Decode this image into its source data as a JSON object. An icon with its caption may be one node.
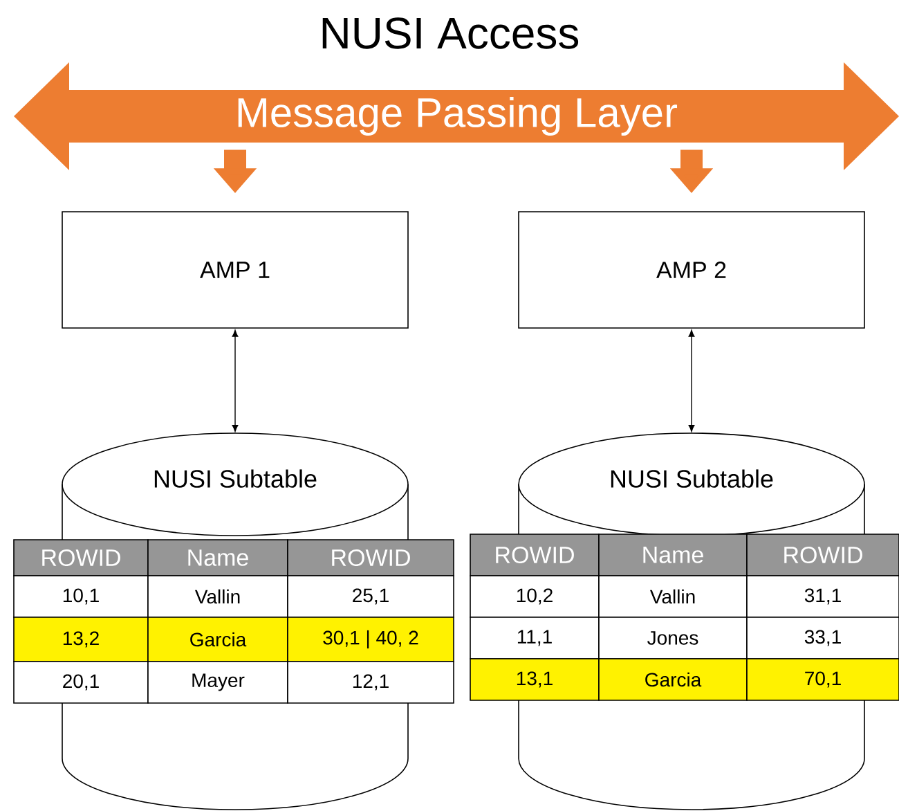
{
  "diagram": {
    "title": "NUSI Access",
    "nodes": [
      {
        "text": [
          "Message Passing Layer"
        ]
      },
      {
        "text": [
          "AMP 1"
        ]
      },
      {
        "text": [
          "AMP 2"
        ]
      },
      {
        "text": [
          "NUSI Subtable"
        ]
      },
      {
        "text": [
          "NUSI Subtable"
        ]
      }
    ],
    "edges": [
      {
        "from": 0,
        "to": 1,
        "arrow": "to",
        "style": "thick",
        "color": "#ed7d31"
      },
      {
        "from": 0,
        "to": 2,
        "arrow": "to",
        "style": "thick",
        "color": "#ed7d31"
      },
      {
        "from": 1,
        "to": 3,
        "arrow": "both",
        "color": "#000000"
      },
      {
        "from": 2,
        "to": 4,
        "arrow": "both",
        "color": "#000000"
      }
    ],
    "labels": [
      "ROWID",
      "Name",
      "ROWID",
      "10,1",
      "Vallin",
      "25,1",
      "13,2",
      "Garcia",
      "30,1 | 40, 2",
      "20,1",
      "Mayer",
      "12,1",
      "ROWID",
      "Name",
      "ROWID",
      "10,2",
      "Vallin",
      "31,1",
      "11,1",
      "Jones",
      "33,1",
      "13,1",
      "Garcia",
      "70,1"
    ]
  }
}
